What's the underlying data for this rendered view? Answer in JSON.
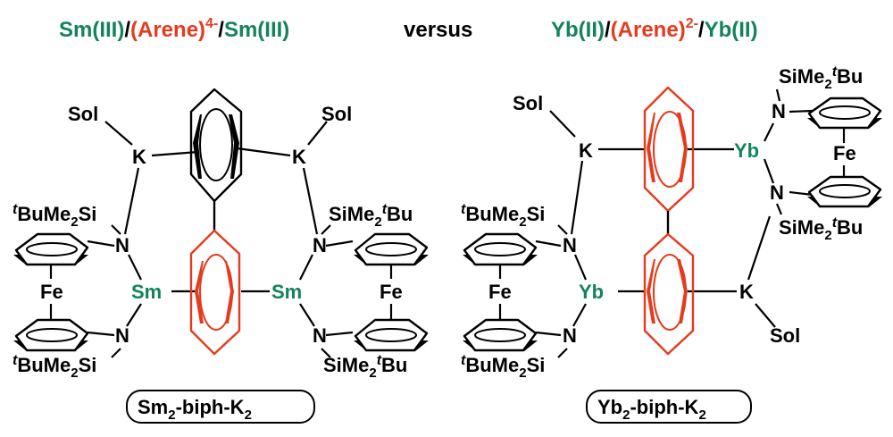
{
  "title": {
    "left": {
      "a": "Sm(III)",
      "s1": "/",
      "b": "(Arene)",
      "b_sup": "4-",
      "s2": "/",
      "c": "Sm(III)"
    },
    "middle": "versus",
    "right": {
      "a": "Yb(II)",
      "s1": "/",
      "b": "(Arene)",
      "b_sup": "2-",
      "s2": "/",
      "c": "Yb(II)"
    }
  },
  "left": {
    "sol1": "Sol",
    "sol2": "Sol",
    "k1": "K",
    "k2": "K",
    "n1": "N",
    "n2": "N",
    "n3": "N",
    "n4": "N",
    "sm1": "Sm",
    "sm2": "Sm",
    "fe1": "Fe",
    "fe2": "Fe",
    "silyl1": {
      "pre": "t",
      "main": "BuMe",
      "sub": "2",
      "post": "Si"
    },
    "silyl2": {
      "pre": "t",
      "main": "BuMe",
      "sub": "2",
      "post": "Si"
    },
    "silyl3": {
      "main": "SiMe",
      "sub": "2",
      "sup": "t",
      "post": "Bu"
    },
    "silyl4": {
      "main": "SiMe",
      "sub": "2",
      "sup": "t",
      "post": "Bu"
    },
    "caption": {
      "a": "Sm",
      "a_sub": "2",
      "b": "-biph-K",
      "b_sub": "2"
    }
  },
  "right": {
    "sol1": "Sol",
    "sol2": "Sol",
    "k1": "K",
    "k2": "K",
    "n1": "N",
    "n2": "N",
    "n3": "N",
    "n4": "N",
    "yb1": "Yb",
    "yb2": "Yb",
    "fe1": "Fe",
    "fe2": "Fe",
    "silyl1": {
      "main": "SiMe",
      "sub": "2",
      "sup": "t",
      "post": "Bu"
    },
    "silyl2": {
      "main": "SiMe",
      "sub": "2",
      "sup": "t",
      "post": "Bu"
    },
    "silyl3": {
      "pre": "t",
      "main": "BuMe",
      "sub": "2",
      "post": "Si"
    },
    "silyl4": {
      "pre": "t",
      "main": "BuMe",
      "sub": "2",
      "post": "Si"
    },
    "caption": {
      "a": "Yb",
      "a_sub": "2",
      "b": "-biph-K",
      "b_sub": "2"
    }
  },
  "colors": {
    "metal": "#13835a",
    "arene": "#e63a1c",
    "text": "#000000"
  }
}
